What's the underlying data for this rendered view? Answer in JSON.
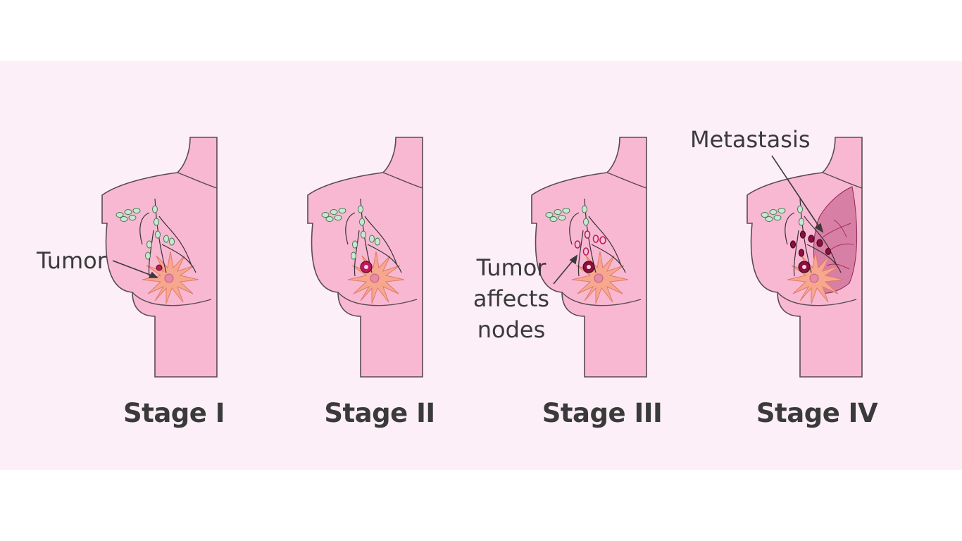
{
  "stages": [
    {
      "label": "Stage I"
    },
    {
      "label": "Stage II"
    },
    {
      "label": "Stage III"
    },
    {
      "label": "Stage IV"
    }
  ],
  "callouts": {
    "tumor": "Tumor",
    "nodes": [
      "Tumor",
      "affects",
      "nodes"
    ],
    "metastasis": "Metastasis"
  },
  "colors": {
    "background": "#fdeff7",
    "skin": "#f8b8d2",
    "outline": "#5a4a52",
    "lymph_node": "#c9e8d0",
    "affected_node": "#c2185b",
    "tumor": "#8c0f3f",
    "areola": "#f7a78e",
    "metastasis": "#b23a6e"
  }
}
